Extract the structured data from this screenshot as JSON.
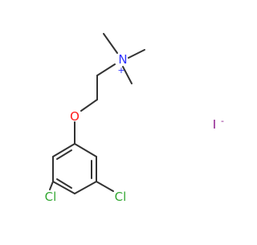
{
  "molecule": {
    "atoms": {
      "nitrogen": "N",
      "charge_plus": "+",
      "oxygen": "O",
      "chlorine_left": "Cl",
      "chlorine_right": "Cl"
    },
    "counterion": {
      "symbol": "I",
      "charge": "-"
    }
  },
  "colors": {
    "bond": "#333333",
    "nitrogen": "#2d32ff",
    "oxygen": "#ff1a1a",
    "chlorine": "#33a833",
    "iodine": "#8c1a8c",
    "background": "#ffffff"
  }
}
